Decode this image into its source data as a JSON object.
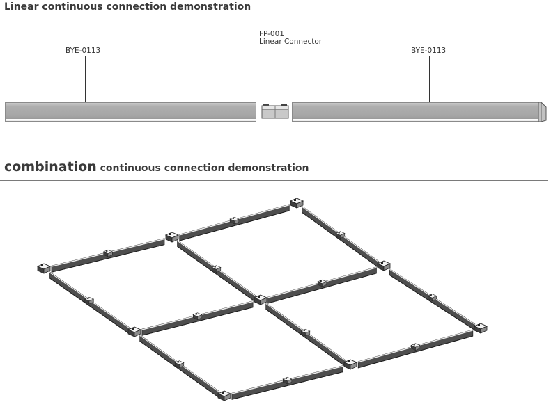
{
  "linear_section": {
    "title": "Linear continuous connection demonstration",
    "left_product": "BYE-0113",
    "right_product": "BYE-0113",
    "connector_code": "FP-001",
    "connector_name": "Linear Connector"
  },
  "combination_section": {
    "title_emphasis": "combination",
    "title_rest": " continuous connection demonstration"
  },
  "colors": {
    "profile_light": "#a8a8a8",
    "profile_dark": "#4e4e4e",
    "rule": "#7a7a7a"
  }
}
